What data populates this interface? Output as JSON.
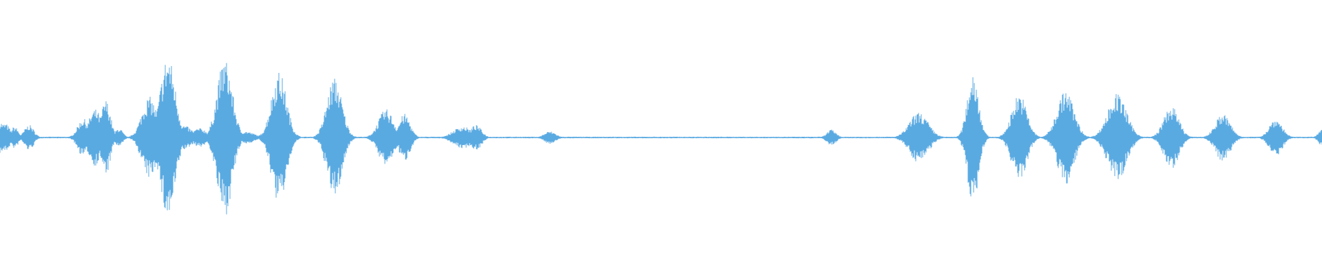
{
  "waveform": {
    "color": "#5aaae2",
    "baseline_amplitude": 0.005,
    "envelope_peaks": [
      {
        "t": 0.0,
        "a": 0.1,
        "w": 0.006
      },
      {
        "t": 0.004,
        "a": 0.09,
        "w": 0.005
      },
      {
        "t": 0.011,
        "a": 0.07,
        "w": 0.004
      },
      {
        "t": 0.022,
        "a": 0.08,
        "w": 0.005
      },
      {
        "t": 0.063,
        "a": 0.12,
        "w": 0.006
      },
      {
        "t": 0.072,
        "a": 0.18,
        "w": 0.007
      },
      {
        "t": 0.08,
        "a": 0.24,
        "w": 0.005
      },
      {
        "t": 0.09,
        "a": 0.06,
        "w": 0.004
      },
      {
        "t": 0.113,
        "a": 0.26,
        "w": 0.008
      },
      {
        "t": 0.127,
        "a": 0.52,
        "w": 0.008
      },
      {
        "t": 0.138,
        "a": 0.08,
        "w": 0.01
      },
      {
        "t": 0.151,
        "a": 0.06,
        "w": 0.008
      },
      {
        "t": 0.17,
        "a": 0.5,
        "w": 0.008
      },
      {
        "t": 0.185,
        "a": 0.04,
        "w": 0.01
      },
      {
        "t": 0.211,
        "a": 0.42,
        "w": 0.008
      },
      {
        "t": 0.253,
        "a": 0.38,
        "w": 0.008
      },
      {
        "t": 0.292,
        "a": 0.18,
        "w": 0.008
      },
      {
        "t": 0.306,
        "a": 0.15,
        "w": 0.006
      },
      {
        "t": 0.35,
        "a": 0.07,
        "w": 0.01
      },
      {
        "t": 0.36,
        "a": 0.08,
        "w": 0.006
      },
      {
        "t": 0.416,
        "a": 0.04,
        "w": 0.006
      },
      {
        "t": 0.629,
        "a": 0.05,
        "w": 0.005
      },
      {
        "t": 0.695,
        "a": 0.16,
        "w": 0.01
      },
      {
        "t": 0.736,
        "a": 0.42,
        "w": 0.006
      },
      {
        "t": 0.771,
        "a": 0.28,
        "w": 0.008
      },
      {
        "t": 0.806,
        "a": 0.3,
        "w": 0.009
      },
      {
        "t": 0.845,
        "a": 0.28,
        "w": 0.01
      },
      {
        "t": 0.886,
        "a": 0.2,
        "w": 0.008
      },
      {
        "t": 0.925,
        "a": 0.15,
        "w": 0.008
      },
      {
        "t": 0.965,
        "a": 0.12,
        "w": 0.007
      },
      {
        "t": 1.0,
        "a": 0.05,
        "w": 0.004
      }
    ]
  }
}
